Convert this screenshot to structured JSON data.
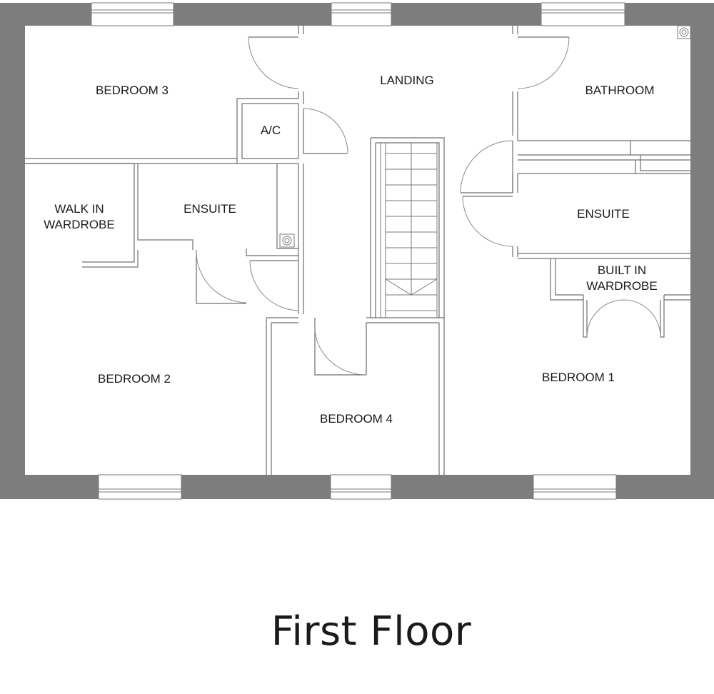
{
  "floor_title": "First Floor",
  "rooms": {
    "bedroom_3": "BEDROOM 3",
    "landing": "LANDING",
    "bathroom": "BATHROOM",
    "ac": "A/C",
    "walk_in_wardrobe_1": "WALK IN",
    "walk_in_wardrobe_2": "WARDROBE",
    "ensuite_left": "ENSUITE",
    "ensuite_right": "ENSUITE",
    "built_in_wardrobe_1": "BUILT IN",
    "built_in_wardrobe_2": "WARDROBE",
    "bedroom_2": "BEDROOM 2",
    "bedroom_4": "BEDROOM 4",
    "bedroom_1": "BEDROOM 1"
  },
  "colors": {
    "external_wall": "#7d7d7d",
    "internal_wall": "#6f6f6f",
    "text": "#1a1a1a"
  }
}
